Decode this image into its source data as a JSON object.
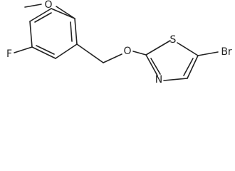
{
  "molecule": {
    "atoms": {
      "o_methoxy": "O",
      "f": "F",
      "o_ether": "O",
      "s": "S",
      "n": "N",
      "br": "Br"
    }
  }
}
